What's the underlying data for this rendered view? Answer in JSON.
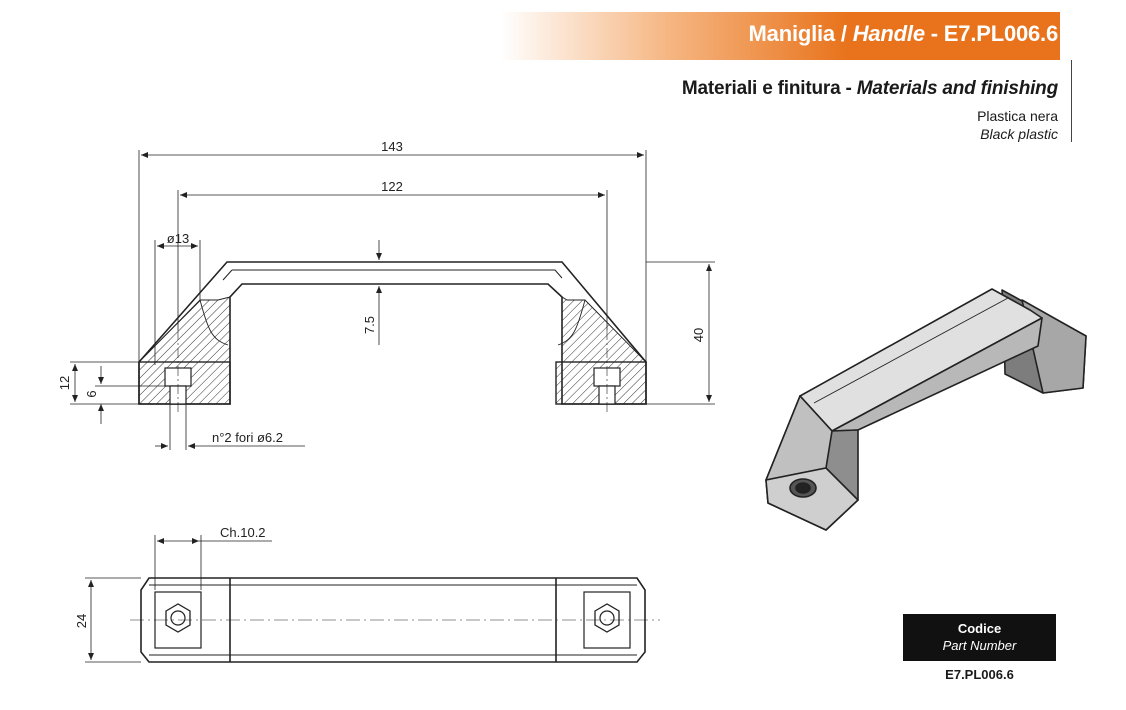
{
  "header": {
    "title_prefix": "Maniglia / ",
    "title_italic": "Handle",
    "title_suffix": " - E7.PL006.6",
    "accent_color": "#e8731c"
  },
  "materials": {
    "heading_it": "Materiali e finitura - ",
    "heading_en": "Materials and finishing",
    "line_it": "Plastica nera",
    "line_en": "Black plastic"
  },
  "dimensions": {
    "overall_length": "143",
    "hole_spacing": "122",
    "boss_diameter": "ø13",
    "thickness": "7.5",
    "height": "40",
    "base_height": "12",
    "counterbore_depth": "6",
    "holes_note": "n°2 fori ø6.2",
    "hex_size": "Ch.10.2",
    "width": "24"
  },
  "part_number": {
    "label_it": "Codice",
    "label_en": "Part Number",
    "value": "E7.PL006.6"
  }
}
